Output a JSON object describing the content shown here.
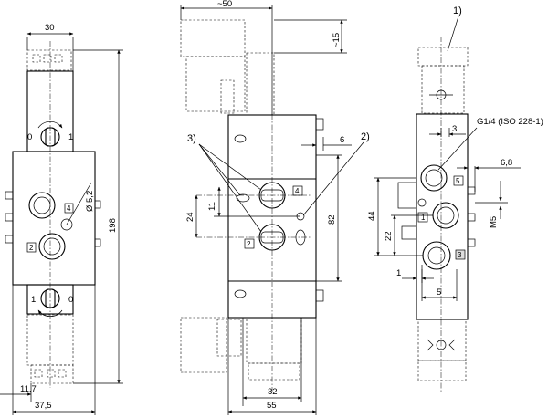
{
  "left_view": {
    "dim_width_top": "30",
    "dim_height": "198",
    "dim_hole": "Ø 5,2",
    "dim_offset": "11,7",
    "dim_width_bottom": "37,5",
    "switch_top_0": "0",
    "switch_top_1": "1",
    "switch_bottom_0": "0",
    "switch_bottom_1": "1",
    "port_4": "4",
    "port_2": "2"
  },
  "middle_view": {
    "dim_top": "~50",
    "dim_right_top": "~15",
    "dim_6": "6",
    "dim_82": "82",
    "dim_24": "24",
    "dim_11": "11",
    "dim_32": "32",
    "dim_55": "55",
    "callout_3": "3)",
    "callout_2": "2)",
    "port_4": "4",
    "port_2": "2"
  },
  "right_view": {
    "callout_1": "1)",
    "thread_label": "G1/4 (ISO 228-1)",
    "dim_3": "3",
    "dim_6_8": "6,8",
    "dim_m5": "M5",
    "dim_44": "44",
    "dim_22": "22",
    "dim_1": "1",
    "dim_5": "5",
    "port_5": "5",
    "port_1": "1",
    "port_3": "3"
  }
}
